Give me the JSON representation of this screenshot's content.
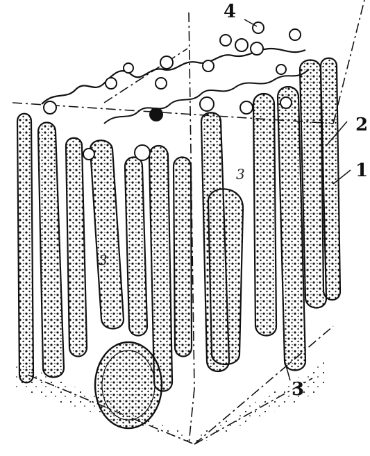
{
  "labels": {
    "num_4": "4",
    "num_2": "2",
    "num_1": "1",
    "num_3": "3",
    "inner_a": "3",
    "inner_b": "3"
  },
  "colors": {
    "ink": "#111111",
    "paper": "#ffffff",
    "tissue": "#e9e9e9"
  }
}
